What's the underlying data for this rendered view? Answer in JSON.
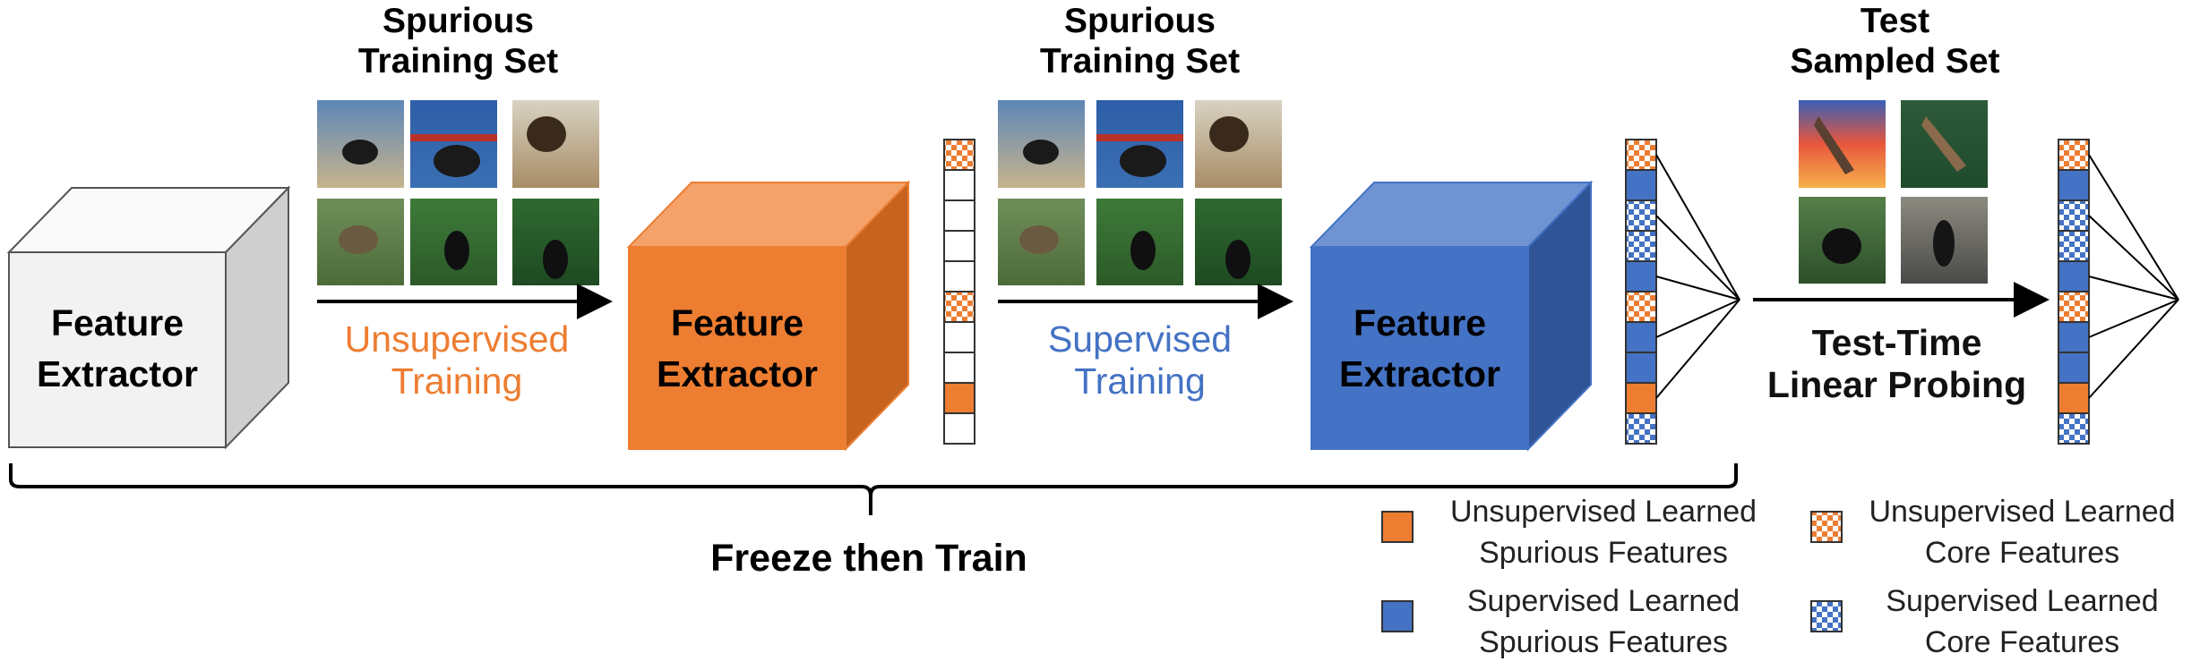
{
  "colors": {
    "orange": "#ed7d31",
    "blue": "#4472c4",
    "gray": "#f2f2f2",
    "orange_text": "#ed7d31",
    "blue_text": "#4472c4"
  },
  "stage1": {
    "cube_line1": "Feature",
    "cube_line2": "Extractor"
  },
  "stage2": {
    "set_title_line1": "Spurious",
    "set_title_line2": "Training Set",
    "arrow_label_line1": "Unsupervised",
    "arrow_label_line2": "Training",
    "cube_line1": "Feature",
    "cube_line2": "Extractor",
    "feature_vector": [
      "orange-checker",
      "empty",
      "empty",
      "empty",
      "empty",
      "orange-checker",
      "empty",
      "empty",
      "orange-solid",
      "empty"
    ]
  },
  "stage3": {
    "set_title_line1": "Spurious",
    "set_title_line2": "Training Set",
    "arrow_label_line1": "Supervised",
    "arrow_label_line2": "Training",
    "cube_line1": "Feature",
    "cube_line2": "Extractor",
    "feature_vector": [
      "orange-checker",
      "blue-solid",
      "blue-checker",
      "blue-checker",
      "blue-solid",
      "orange-checker",
      "blue-solid",
      "blue-solid",
      "orange-solid",
      "blue-checker"
    ]
  },
  "stage4": {
    "set_title_line1": "Test",
    "set_title_line2": "Sampled Set",
    "arrow_label_line1": "Test-Time",
    "arrow_label_line2": "Linear Probing",
    "feature_vector": [
      "orange-checker",
      "blue-solid",
      "blue-checker",
      "blue-checker",
      "blue-solid",
      "orange-checker",
      "blue-solid",
      "blue-solid",
      "orange-solid",
      "blue-checker"
    ]
  },
  "brace_label": "Freeze then Train",
  "legend": [
    {
      "swatch": "orange-solid",
      "line1": "Unsupervised Learned",
      "line2": "Spurious Features"
    },
    {
      "swatch": "orange-checker",
      "line1": "Unsupervised Learned",
      "line2": "Core Features"
    },
    {
      "swatch": "blue-solid",
      "line1": "Supervised Learned",
      "line2": "Spurious Features"
    },
    {
      "swatch": "blue-checker",
      "line1": "Supervised Learned",
      "line2": "Core Features"
    }
  ]
}
